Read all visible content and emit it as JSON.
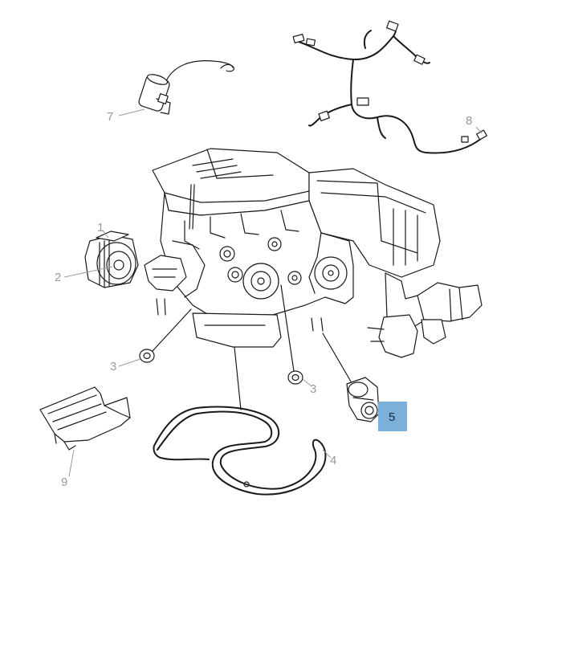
{
  "callouts": {
    "c1": "1",
    "c2": "2",
    "c3a": "3",
    "c3b": "3",
    "c4": "4",
    "c5": "5",
    "c7": "7",
    "c8": "8",
    "c9": "9"
  },
  "highlight": {
    "part_number": "5",
    "box_color": "#7ab0d9",
    "text_color": "#1a2a40"
  },
  "colors": {
    "line": "#1a1a1a",
    "callout_text": "#9a9a9a",
    "background": "#ffffff"
  }
}
